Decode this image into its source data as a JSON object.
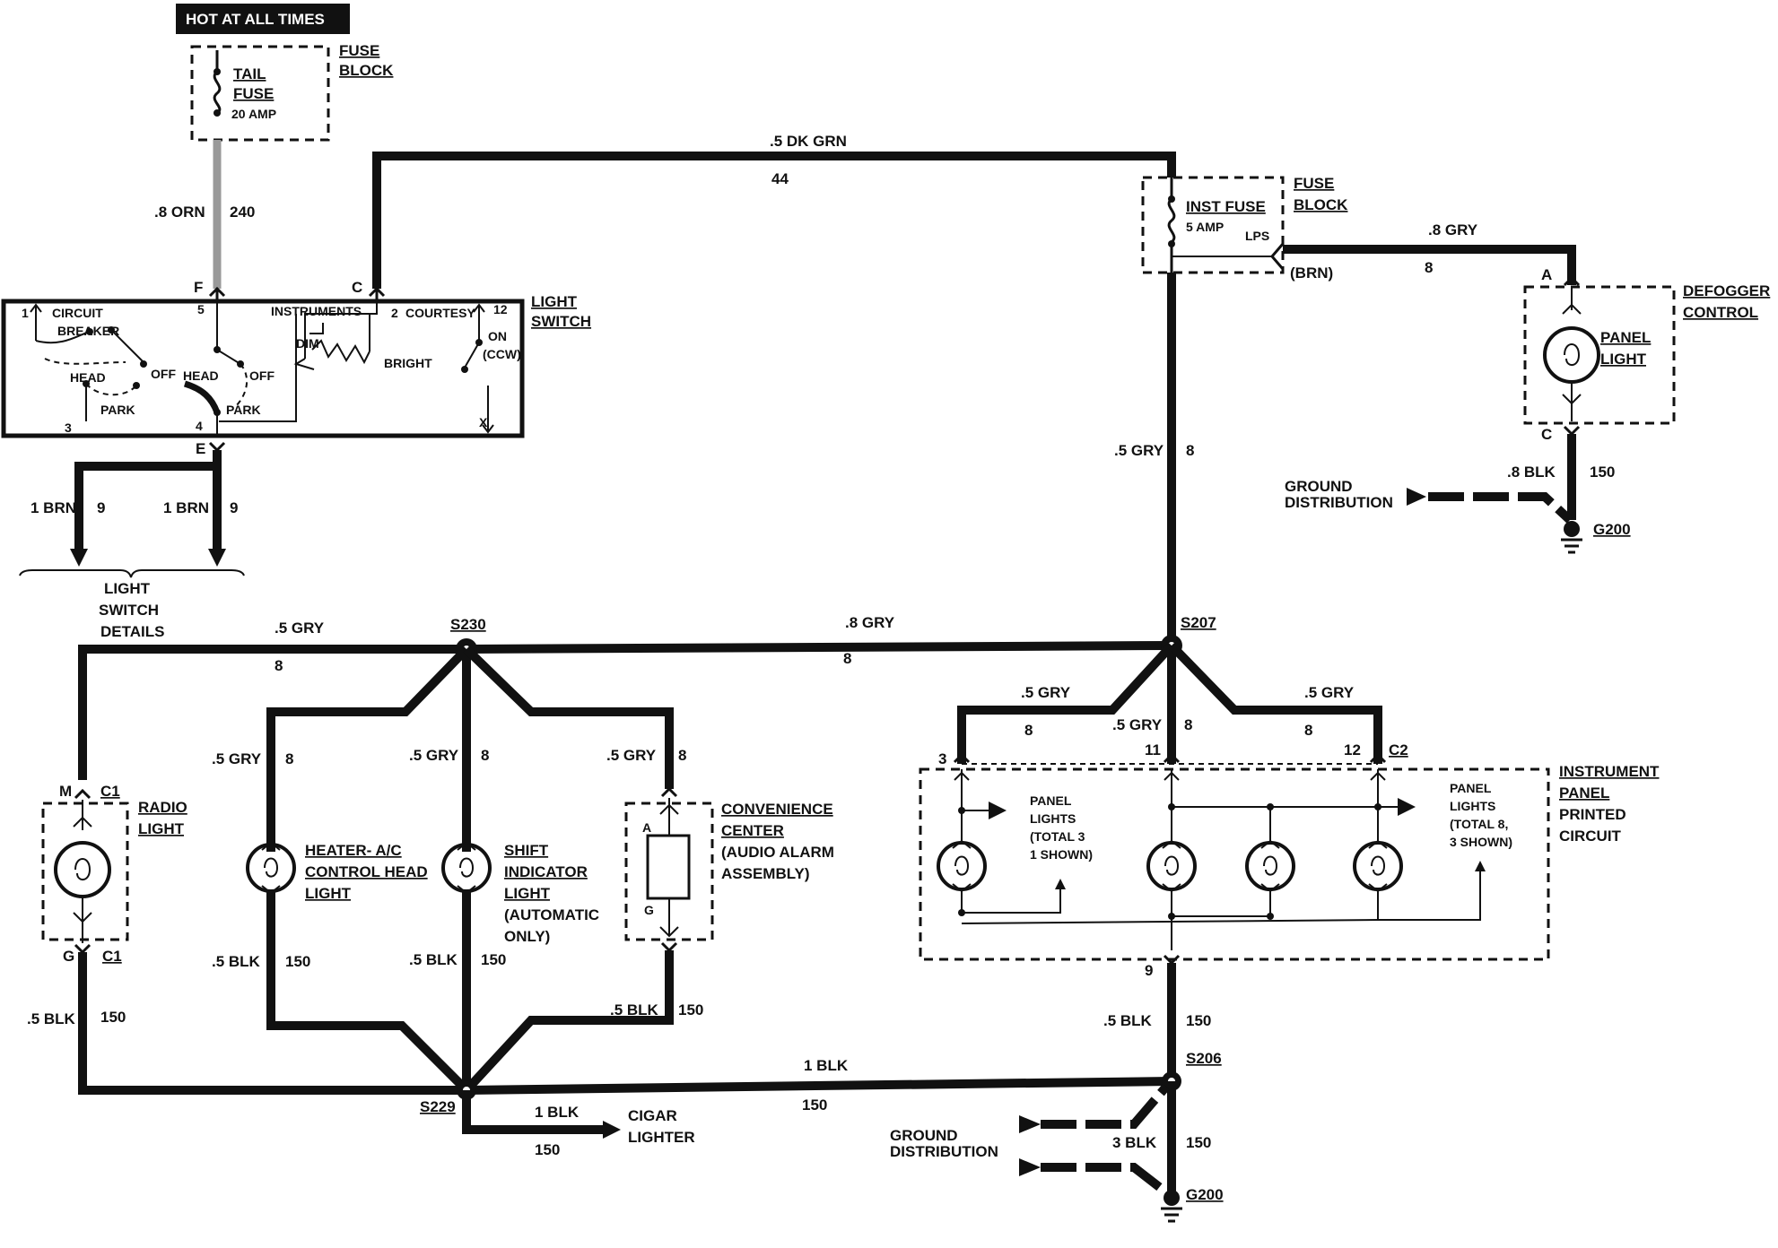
{
  "header": {
    "hot_label": "HOT AT ALL TIMES"
  },
  "fuse_block_1": {
    "title1": "FUSE",
    "title2": "BLOCK",
    "fuse1": "TAIL",
    "fuse2": "FUSE",
    "rating": "20 AMP"
  },
  "fuse_block_2": {
    "title1": "FUSE",
    "title2": "BLOCK",
    "fuse": "INST FUSE",
    "rating": "5 AMP",
    "lps": "LPS",
    "brn": "(BRN)"
  },
  "wires": {
    "w_orn": ".8 ORN",
    "w_orn_num": "240",
    "w_dkgrn": ".5 DK GRN",
    "w_dkgrn_num": "44",
    "w_gry_8a": ".8 GRY",
    "w_gry_8a_num": "8",
    "w_gry_5_main": ".5 GRY",
    "w_gry_5_main_num": "8",
    "w_blk_8": ".8 BLK",
    "w_blk_8_num": "150",
    "w_brn_1a": "1 BRN",
    "w_brn_1a_num": "9",
    "w_brn_1b": "1 BRN",
    "w_brn_1b_num": "9",
    "w_gry_top_left": ".5 GRY",
    "w_gry_top_left_num": "8",
    "w_gry_top_mid": ".8 GRY",
    "w_gry_top_mid_num": "8",
    "w_gry_ip_left": ".5 GRY",
    "w_gry_ip_left_num": "8",
    "w_gry_ip_mid": ".5 GRY",
    "w_gry_ip_mid_num": "8",
    "w_gry_ip_right": ".5 GRY",
    "w_gry_ip_right_num": "8",
    "w_gry_heater": ".5 GRY",
    "w_gry_heater_num": "8",
    "w_gry_shift": ".5 GRY",
    "w_gry_shift_num": "8",
    "w_gry_conv": ".5 GRY",
    "w_gry_conv_num": "8",
    "w_blk_radio": ".5 BLK",
    "w_blk_radio_num": "150",
    "w_blk_heater": ".5 BLK",
    "w_blk_heater_num": "150",
    "w_blk_shift": ".5 BLK",
    "w_blk_shift_num": "150",
    "w_blk_conv": ".5 BLK",
    "w_blk_conv_num": "150",
    "w_blk_1": "1 BLK",
    "w_blk_1_num": "150",
    "w_blk_cigar": "1 BLK",
    "w_blk_cigar_num": "150",
    "w_blk_ip": ".5 BLK",
    "w_blk_ip_num": "150",
    "w_blk_3": "3 BLK",
    "w_blk_3_num": "150"
  },
  "light_switch": {
    "title1": "LIGHT",
    "title2": "SWITCH",
    "pin_f": "F",
    "pin_c": "C",
    "pin_e": "E",
    "pin_1": "1",
    "pin_5": "5",
    "pin_2": "2",
    "pin_12": "12",
    "pin_3": "3",
    "pin_4": "4",
    "pin_x": "X",
    "circuit1": "CIRCUIT",
    "circuit2": "BREAKER",
    "head_a": "HEAD",
    "off_a": "OFF",
    "park_a": "PARK",
    "head_b": "HEAD",
    "off_b": "OFF",
    "park_b": "PARK",
    "instruments": "INSTRUMENTS",
    "dim": "DIM",
    "bright": "BRIGHT",
    "courtesy": "COURTESY",
    "on": "ON",
    "ccw": "(CCW)"
  },
  "switch_details": {
    "l1": "LIGHT",
    "l2": "SWITCH",
    "l3": "DETAILS"
  },
  "defogger": {
    "title1": "DEFOGGER",
    "title2": "CONTROL",
    "lamp1": "PANEL",
    "lamp2": "LIGHT",
    "pin_a": "A",
    "pin_c": "C"
  },
  "ground_top": {
    "l1": "GROUND",
    "l2": "DISTRIBUTION",
    "g": "G200"
  },
  "ground_bottom": {
    "l1": "GROUND",
    "l2": "DISTRIBUTION",
    "g": "G200"
  },
  "splices": {
    "s230": "S230",
    "s207": "S207",
    "s229": "S229",
    "s206": "S206"
  },
  "radio": {
    "t1": "RADIO",
    "t2": "LIGHT",
    "pin_m": "M",
    "c1a": "C1",
    "pin_g": "G",
    "c1b": "C1"
  },
  "heater": {
    "t1": "HEATER- A/C",
    "t2": "CONTROL HEAD",
    "t3": "LIGHT"
  },
  "shift": {
    "t1": "SHIFT",
    "t2": "INDICATOR",
    "t3": "LIGHT",
    "t4": "(AUTOMATIC",
    "t5": "ONLY)"
  },
  "convenience": {
    "t1": "CONVENIENCE",
    "t2": "CENTER",
    "t3": "(AUDIO ALARM",
    "t4": "ASSEMBLY)",
    "pin_a": "A",
    "pin_g": "G"
  },
  "ip_circuit": {
    "t1": "INSTRUMENT",
    "t2": "PANEL",
    "t3": "PRINTED",
    "t4": "CIRCUIT",
    "pin_3": "3",
    "pin_11": "11",
    "pin_12": "12",
    "c2": "C2",
    "pin_9": "9",
    "pl_left_1": "PANEL",
    "pl_left_2": "LIGHTS",
    "pl_left_3": "(TOTAL 3",
    "pl_left_4": "1 SHOWN)",
    "pl_right_1": "PANEL",
    "pl_right_2": "LIGHTS",
    "pl_right_3": "(TOTAL 8,",
    "pl_right_4": "3 SHOWN)"
  },
  "cigar": {
    "t1": "CIGAR",
    "t2": "LIGHTER"
  }
}
